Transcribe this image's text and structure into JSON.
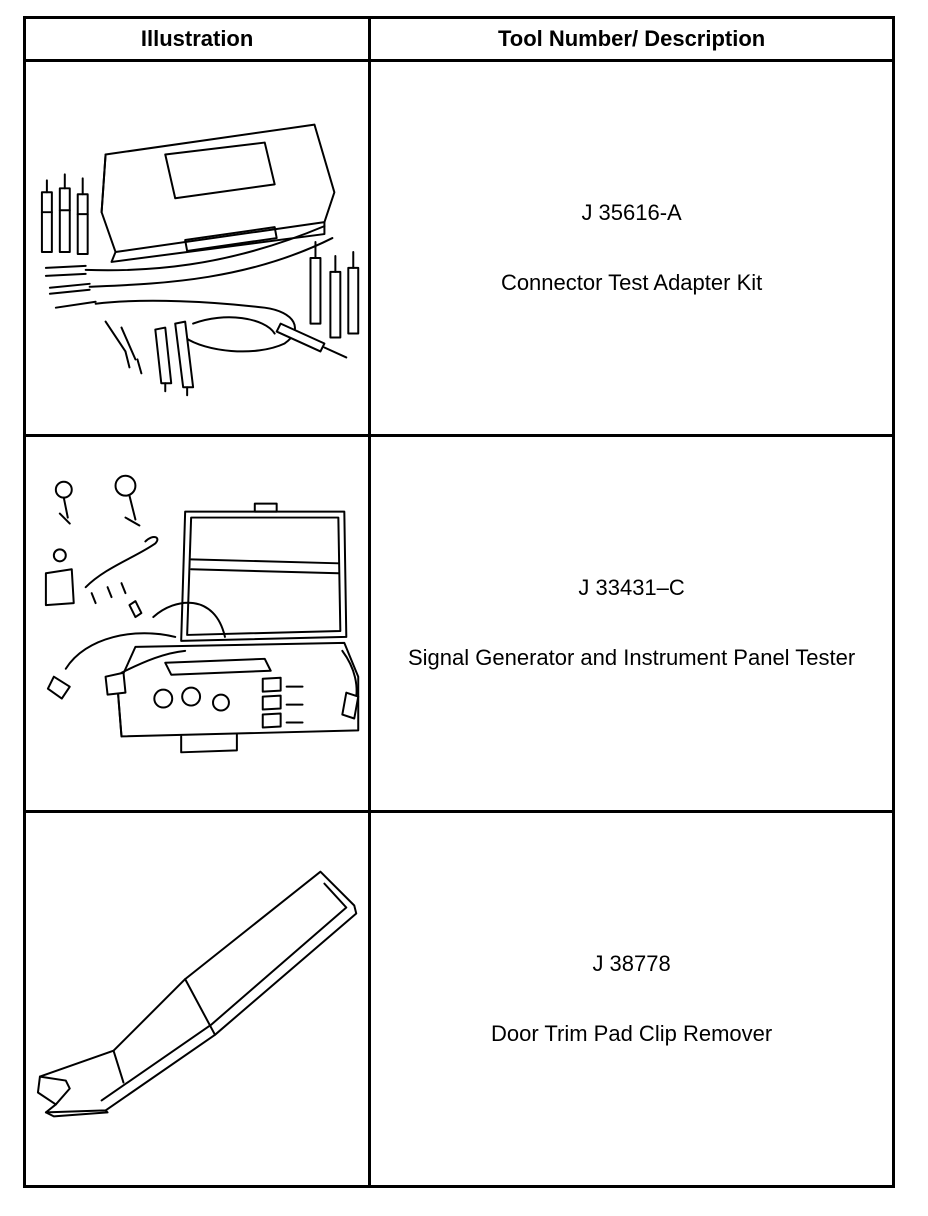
{
  "table": {
    "headers": {
      "illustration": "Illustration",
      "description": "Tool Number/ Description"
    },
    "rows": [
      {
        "tool_number": "J 35616-A",
        "description": "Connector Test Adapter Kit",
        "illustration_icon": "connector-test-adapter-kit-icon"
      },
      {
        "tool_number": "J 33431–C",
        "description": "Signal Generator and Instrument Panel Tester",
        "illustration_icon": "signal-generator-tester-icon"
      },
      {
        "tool_number": "J 38778",
        "description": "Door Trim Pad Clip Remover",
        "illustration_icon": "door-trim-clip-remover-icon"
      }
    ]
  },
  "colors": {
    "border": "#000000",
    "background": "#ffffff"
  }
}
